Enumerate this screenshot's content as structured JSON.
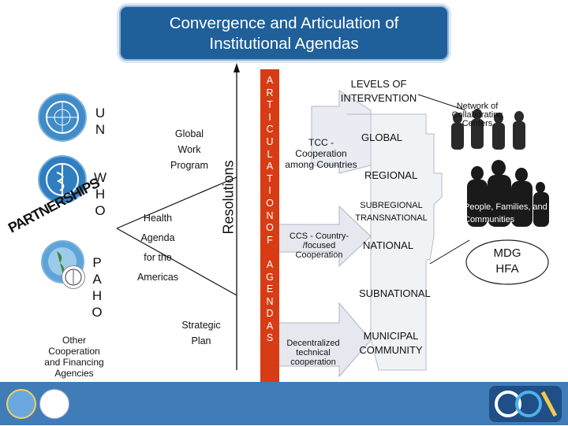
{
  "title": {
    "line1": "Convergence and Articulation of",
    "line2": "Institutional Agendas"
  },
  "orgs": {
    "un": [
      "U",
      "N"
    ],
    "who": [
      "W",
      "H",
      "O"
    ],
    "paho": [
      "P",
      "A",
      "H",
      "O"
    ],
    "other": [
      "Other",
      "Cooperation",
      "and Financing",
      "Agencies"
    ],
    "partnerships": "PARTNERSHIPS"
  },
  "center": {
    "global_work_program": [
      "Global",
      "Work",
      "Program"
    ],
    "health_agenda": [
      "Health",
      "Agenda",
      "for the",
      "Americas"
    ],
    "resolutions": "Resolutions",
    "strategic_plan": [
      "Strategic",
      "Plan"
    ]
  },
  "articulation": [
    "A",
    "R",
    "T",
    "I",
    "C",
    "U",
    "L",
    "A",
    "T",
    "I",
    "O",
    "N",
    "O",
    "F",
    "",
    "A",
    "G",
    "E",
    "N",
    "D",
    "A",
    "S"
  ],
  "levels": {
    "header": [
      "LEVELS OF",
      "INTERVENTION"
    ],
    "global": "GLOBAL",
    "regional": "REGIONAL",
    "subregional": [
      "SUBREGIONAL",
      "TRANSNATIONAL"
    ],
    "national": "NATIONAL",
    "subnational": "SUBNATIONAL",
    "municipal": [
      "MUNICIPAL",
      "COMMUNITY"
    ]
  },
  "cooperation": {
    "tcc": [
      "TCC -",
      "Cooperation",
      "among Countries"
    ],
    "ccs": [
      "CCS -  Country-",
      "/focused",
      "Cooperation"
    ],
    "decentralized": [
      "Decentralized",
      "technical",
      "cooperation"
    ]
  },
  "right": {
    "network": [
      "Network of",
      "Collaborating",
      "Centers"
    ],
    "people": [
      "People, Families, and",
      "Communities"
    ],
    "mdg": [
      "MDG",
      "HFA"
    ]
  },
  "colors": {
    "title_bg": "#1f5f9a",
    "red_bar": "#d73c15",
    "arrow_light": "#eef0f4",
    "arrow_shadow": "#cfd5df",
    "footer": "#3f7cb8"
  }
}
